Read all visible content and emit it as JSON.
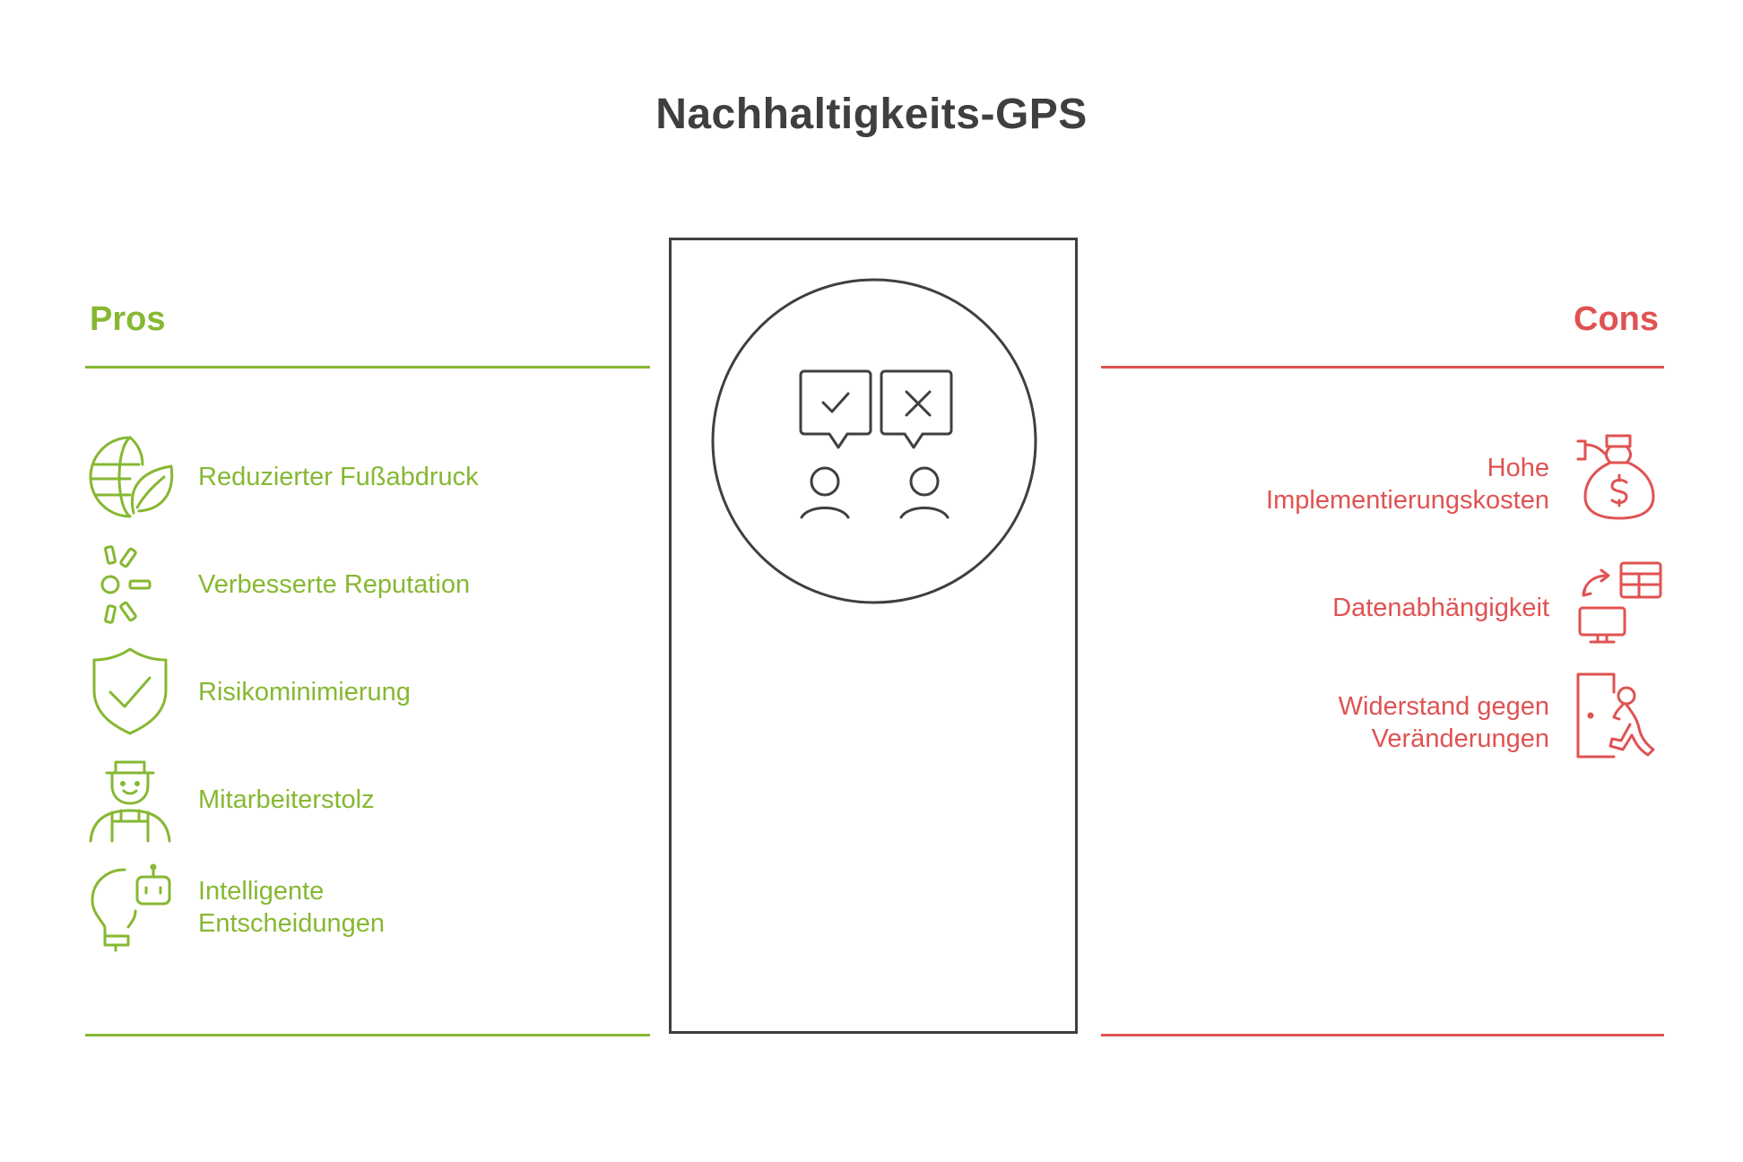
{
  "title": "Nachhaltigkeits-GPS",
  "colors": {
    "pros": "#86b832",
    "cons": "#e05252",
    "neutral": "#3f3f3f"
  },
  "pros": {
    "heading": "Pros",
    "items": [
      {
        "label": "Reduzierter Fußabdruck",
        "icon": "globe-leaf-icon"
      },
      {
        "label": "Verbesserte Reputation",
        "icon": "sparkle-burst-icon"
      },
      {
        "label": "Risikominimierung",
        "icon": "shield-check-icon"
      },
      {
        "label": "Mitarbeiterstolz",
        "icon": "worker-icon"
      },
      {
        "label": "Intelligente\nEntscheidungen",
        "icon": "lightbulb-robot-icon"
      }
    ]
  },
  "cons": {
    "heading": "Cons",
    "items": [
      {
        "label": "Hohe\nImplementierungskosten",
        "icon": "money-bag-icon"
      },
      {
        "label": "Datenabhängigkeit",
        "icon": "data-transfer-icon"
      },
      {
        "label": "Widerstand gegen\nVeränderungen",
        "icon": "door-resistance-icon"
      }
    ]
  },
  "center": {
    "icon": "pros-cons-people-icon"
  }
}
